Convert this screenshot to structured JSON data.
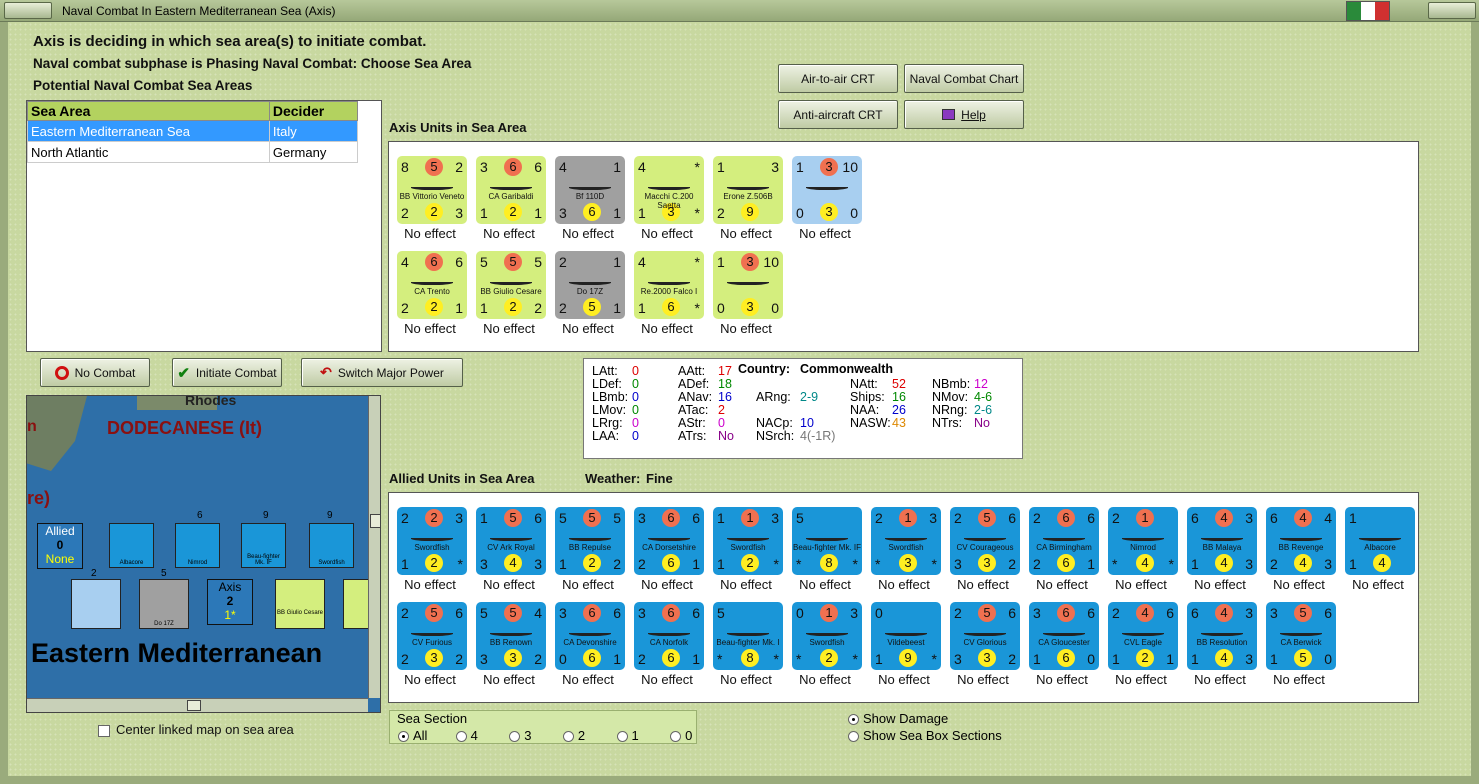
{
  "window": {
    "title": "Naval Combat In Eastern Mediterranean Sea (Axis)"
  },
  "header": {
    "line1": "Axis is deciding in which sea area(s) to initiate combat.",
    "line2": "Naval combat subphase is Phasing Naval Combat: Choose Sea Area",
    "line3": "Potential Naval Combat Sea Areas"
  },
  "sea_table": {
    "headers": [
      "Sea Area",
      "Decider"
    ],
    "rows": [
      {
        "area": "Eastern Mediterranean Sea",
        "decider": "Italy"
      },
      {
        "area": "North Atlantic",
        "decider": "Germany"
      }
    ]
  },
  "buttons": {
    "air_to_air": "Air-to-air CRT",
    "naval_chart": "Naval Combat Chart",
    "anti_aircraft": "Anti-aircraft CRT",
    "help": "Help",
    "no_combat": "No Combat",
    "initiate": "Initiate Combat",
    "switch": "Switch Major Power"
  },
  "axis_section": {
    "title": "Axis Units in Sea Area"
  },
  "allied_section": {
    "title": "Allied Units in Sea Area",
    "weather_label": "Weather:",
    "weather": "Fine"
  },
  "result_text": "No effect",
  "axis_units": [
    {
      "tl": "8",
      "tm": "5",
      "tr": "2",
      "bl": "2",
      "bm": "2",
      "br": "3",
      "name": "BB Vittorio Veneto",
      "style": "axis"
    },
    {
      "tl": "3",
      "tm": "6",
      "tr": "6",
      "bl": "1",
      "bm": "2",
      "br": "1",
      "name": "CA Garibaldi",
      "style": "axis"
    },
    {
      "tl": "4",
      "tm": "",
      "tr": "1",
      "bl": "3",
      "bm": "6",
      "br": "1",
      "name": "Bf 110D",
      "style": "gray"
    },
    {
      "tl": "4",
      "tm": "",
      "tr": "*",
      "bl": "1",
      "bm": "3",
      "br": "*",
      "name": "Macchi C.200 Saetta",
      "style": "axis"
    },
    {
      "tl": "1",
      "tm": "",
      "tr": "3",
      "bl": "2",
      "bm": "9",
      "br": "",
      "name": "Erone Z.506B",
      "style": "axis"
    },
    {
      "tl": "1",
      "tm": "3",
      "tr": "10",
      "bl": "0",
      "bm": "3",
      "br": "0",
      "name": "",
      "style": "blue"
    },
    {
      "tl": "4",
      "tm": "6",
      "tr": "6",
      "bl": "2",
      "bm": "2",
      "br": "1",
      "name": "CA Trento",
      "style": "axis"
    },
    {
      "tl": "5",
      "tm": "5",
      "tr": "5",
      "bl": "1",
      "bm": "2",
      "br": "2",
      "name": "BB Giulio Cesare",
      "style": "axis"
    },
    {
      "tl": "2",
      "tm": "",
      "tr": "1",
      "bl": "2",
      "bm": "5",
      "br": "1",
      "name": "Do 17Z",
      "style": "gray"
    },
    {
      "tl": "4",
      "tm": "",
      "tr": "*",
      "bl": "1",
      "bm": "6",
      "br": "*",
      "name": "Re.2000 Falco I",
      "style": "axis"
    },
    {
      "tl": "1",
      "tm": "3",
      "tr": "10",
      "bl": "0",
      "bm": "3",
      "br": "0",
      "name": "",
      "style": "axis"
    }
  ],
  "allied_units": [
    {
      "tl": "2",
      "tm": "2",
      "tr": "3",
      "bl": "1",
      "bm": "2",
      "br": "*",
      "name": "Swordfish"
    },
    {
      "tl": "1",
      "tm": "5",
      "tr": "6",
      "bl": "3",
      "bm": "4",
      "br": "3",
      "name": "CV Ark Royal"
    },
    {
      "tl": "5",
      "tm": "5",
      "tr": "5",
      "bl": "1",
      "bm": "2",
      "br": "2",
      "name": "BB Repulse"
    },
    {
      "tl": "3",
      "tm": "6",
      "tr": "6",
      "bl": "2",
      "bm": "6",
      "br": "1",
      "name": "CA Dorsetshire"
    },
    {
      "tl": "1",
      "tm": "1",
      "tr": "3",
      "bl": "1",
      "bm": "2",
      "br": "*",
      "name": "Swordfish"
    },
    {
      "tl": "5",
      "tm": "",
      "tr": "",
      "bl": "*",
      "bm": "8",
      "br": "*",
      "name": "Beau-fighter Mk. IF"
    },
    {
      "tl": "2",
      "tm": "1",
      "tr": "3",
      "bl": "*",
      "bm": "3",
      "br": "*",
      "name": "Swordfish"
    },
    {
      "tl": "2",
      "tm": "5",
      "tr": "6",
      "bl": "3",
      "bm": "3",
      "br": "2",
      "name": "CV Courageous"
    },
    {
      "tl": "2",
      "tm": "6",
      "tr": "6",
      "bl": "2",
      "bm": "6",
      "br": "1",
      "name": "CA Birmingham"
    },
    {
      "tl": "2",
      "tm": "1",
      "tr": "",
      "bl": "*",
      "bm": "4",
      "br": "*",
      "name": "Nimrod"
    },
    {
      "tl": "6",
      "tm": "4",
      "tr": "3",
      "bl": "1",
      "bm": "4",
      "br": "3",
      "name": "BB Malaya"
    },
    {
      "tl": "6",
      "tm": "4",
      "tr": "4",
      "bl": "2",
      "bm": "4",
      "br": "3",
      "name": "BB Revenge"
    },
    {
      "tl": "1",
      "tm": "",
      "tr": "",
      "bl": "1",
      "bm": "4",
      "br": "",
      "name": "Albacore"
    },
    {
      "tl": "2",
      "tm": "5",
      "tr": "6",
      "bl": "2",
      "bm": "3",
      "br": "2",
      "name": "CV Furious"
    },
    {
      "tl": "5",
      "tm": "5",
      "tr": "4",
      "bl": "3",
      "bm": "3",
      "br": "2",
      "name": "BB Renown"
    },
    {
      "tl": "3",
      "tm": "6",
      "tr": "6",
      "bl": "0",
      "bm": "6",
      "br": "1",
      "name": "CA Devonshire"
    },
    {
      "tl": "3",
      "tm": "6",
      "tr": "6",
      "bl": "2",
      "bm": "6",
      "br": "1",
      "name": "CA Norfolk"
    },
    {
      "tl": "5",
      "tm": "",
      "tr": "",
      "bl": "*",
      "bm": "8",
      "br": "*",
      "name": "Beau-fighter Mk. I"
    },
    {
      "tl": "0",
      "tm": "1",
      "tr": "3",
      "bl": "*",
      "bm": "2",
      "br": "*",
      "name": "Swordfish"
    },
    {
      "tl": "0",
      "tm": "",
      "tr": "",
      "bl": "1",
      "bm": "9",
      "br": "*",
      "name": "Vildebeest"
    },
    {
      "tl": "2",
      "tm": "5",
      "tr": "6",
      "bl": "3",
      "bm": "3",
      "br": "2",
      "name": "CV Glorious"
    },
    {
      "tl": "3",
      "tm": "6",
      "tr": "6",
      "bl": "1",
      "bm": "6",
      "br": "0",
      "name": "CA Gloucester"
    },
    {
      "tl": "2",
      "tm": "4",
      "tr": "6",
      "bl": "1",
      "bm": "2",
      "br": "1",
      "name": "CVL Eagle"
    },
    {
      "tl": "6",
      "tm": "4",
      "tr": "3",
      "bl": "1",
      "bm": "4",
      "br": "3",
      "name": "BB Resolution"
    },
    {
      "tl": "3",
      "tm": "5",
      "tr": "6",
      "bl": "1",
      "bm": "5",
      "br": "0",
      "name": "CA Berwick"
    }
  ],
  "stats": {
    "country_label": "Country:",
    "country": "Commonwealth",
    "items": [
      {
        "k": "LAtt:",
        "v": "0",
        "c": "#d00"
      },
      {
        "k": "LDef:",
        "v": "0",
        "c": "#080"
      },
      {
        "k": "LBmb:",
        "v": "0",
        "c": "#00c"
      },
      {
        "k": "LMov:",
        "v": "0",
        "c": "#080"
      },
      {
        "k": "LRrg:",
        "v": "0",
        "c": "#c0c"
      },
      {
        "k": "LAA:",
        "v": "0",
        "c": "#00c"
      },
      {
        "k": "AAtt:",
        "v": "17",
        "c": "#d00"
      },
      {
        "k": "ADef:",
        "v": "18",
        "c": "#080"
      },
      {
        "k": "ANav:",
        "v": "16",
        "c": "#00c"
      },
      {
        "k": "ATac:",
        "v": "2",
        "c": "#d00"
      },
      {
        "k": "AStr:",
        "v": "0",
        "c": "#c0c"
      },
      {
        "k": "ATrs:",
        "v": "No",
        "c": "#808"
      },
      {
        "k": "ARng:",
        "v": "2-9",
        "c": "#088"
      },
      {
        "k": "NACp:",
        "v": "10",
        "c": "#00c"
      },
      {
        "k": "NSrch:",
        "v": "4(-1R)",
        "c": "#777"
      },
      {
        "k": "NAtt:",
        "v": "52",
        "c": "#d00"
      },
      {
        "k": "Ships:",
        "v": "16",
        "c": "#080"
      },
      {
        "k": "NAA:",
        "v": "26",
        "c": "#00c"
      },
      {
        "k": "NASW:",
        "v": "43",
        "c": "#d80"
      },
      {
        "k": "NBmb:",
        "v": "12",
        "c": "#c0c"
      },
      {
        "k": "NMov:",
        "v": "4-6",
        "c": "#080"
      },
      {
        "k": "NRng:",
        "v": "2-6",
        "c": "#088"
      },
      {
        "k": "NTrs:",
        "v": "No",
        "c": "#808"
      }
    ]
  },
  "map": {
    "rhodes": "Rhodes",
    "dodecanese": "DODECANESE (It)",
    "edge_re": "re)",
    "edge_n": "n",
    "sea_name": "Eastern Mediterranean",
    "allied_box": {
      "label": "Allied",
      "value": "0",
      "sub": "None"
    },
    "axis_box": {
      "label": "Axis",
      "value": "2",
      "sub": "1*"
    },
    "stack_nums": [
      "6",
      "9",
      "9",
      "2",
      "5"
    ],
    "unit_labels": [
      "Albacore",
      "Nimrod",
      "Beau-fighter Mk. IF",
      "Swordfish",
      "Do 17Z",
      "BB Giulio Cesare"
    ]
  },
  "center_map_label": "Center linked map on sea area",
  "sea_section": {
    "title": "Sea Section",
    "options": [
      "All",
      "4",
      "3",
      "2",
      "1",
      "0"
    ]
  },
  "display_options": [
    "Show Damage",
    "Show Sea Box Sections"
  ]
}
